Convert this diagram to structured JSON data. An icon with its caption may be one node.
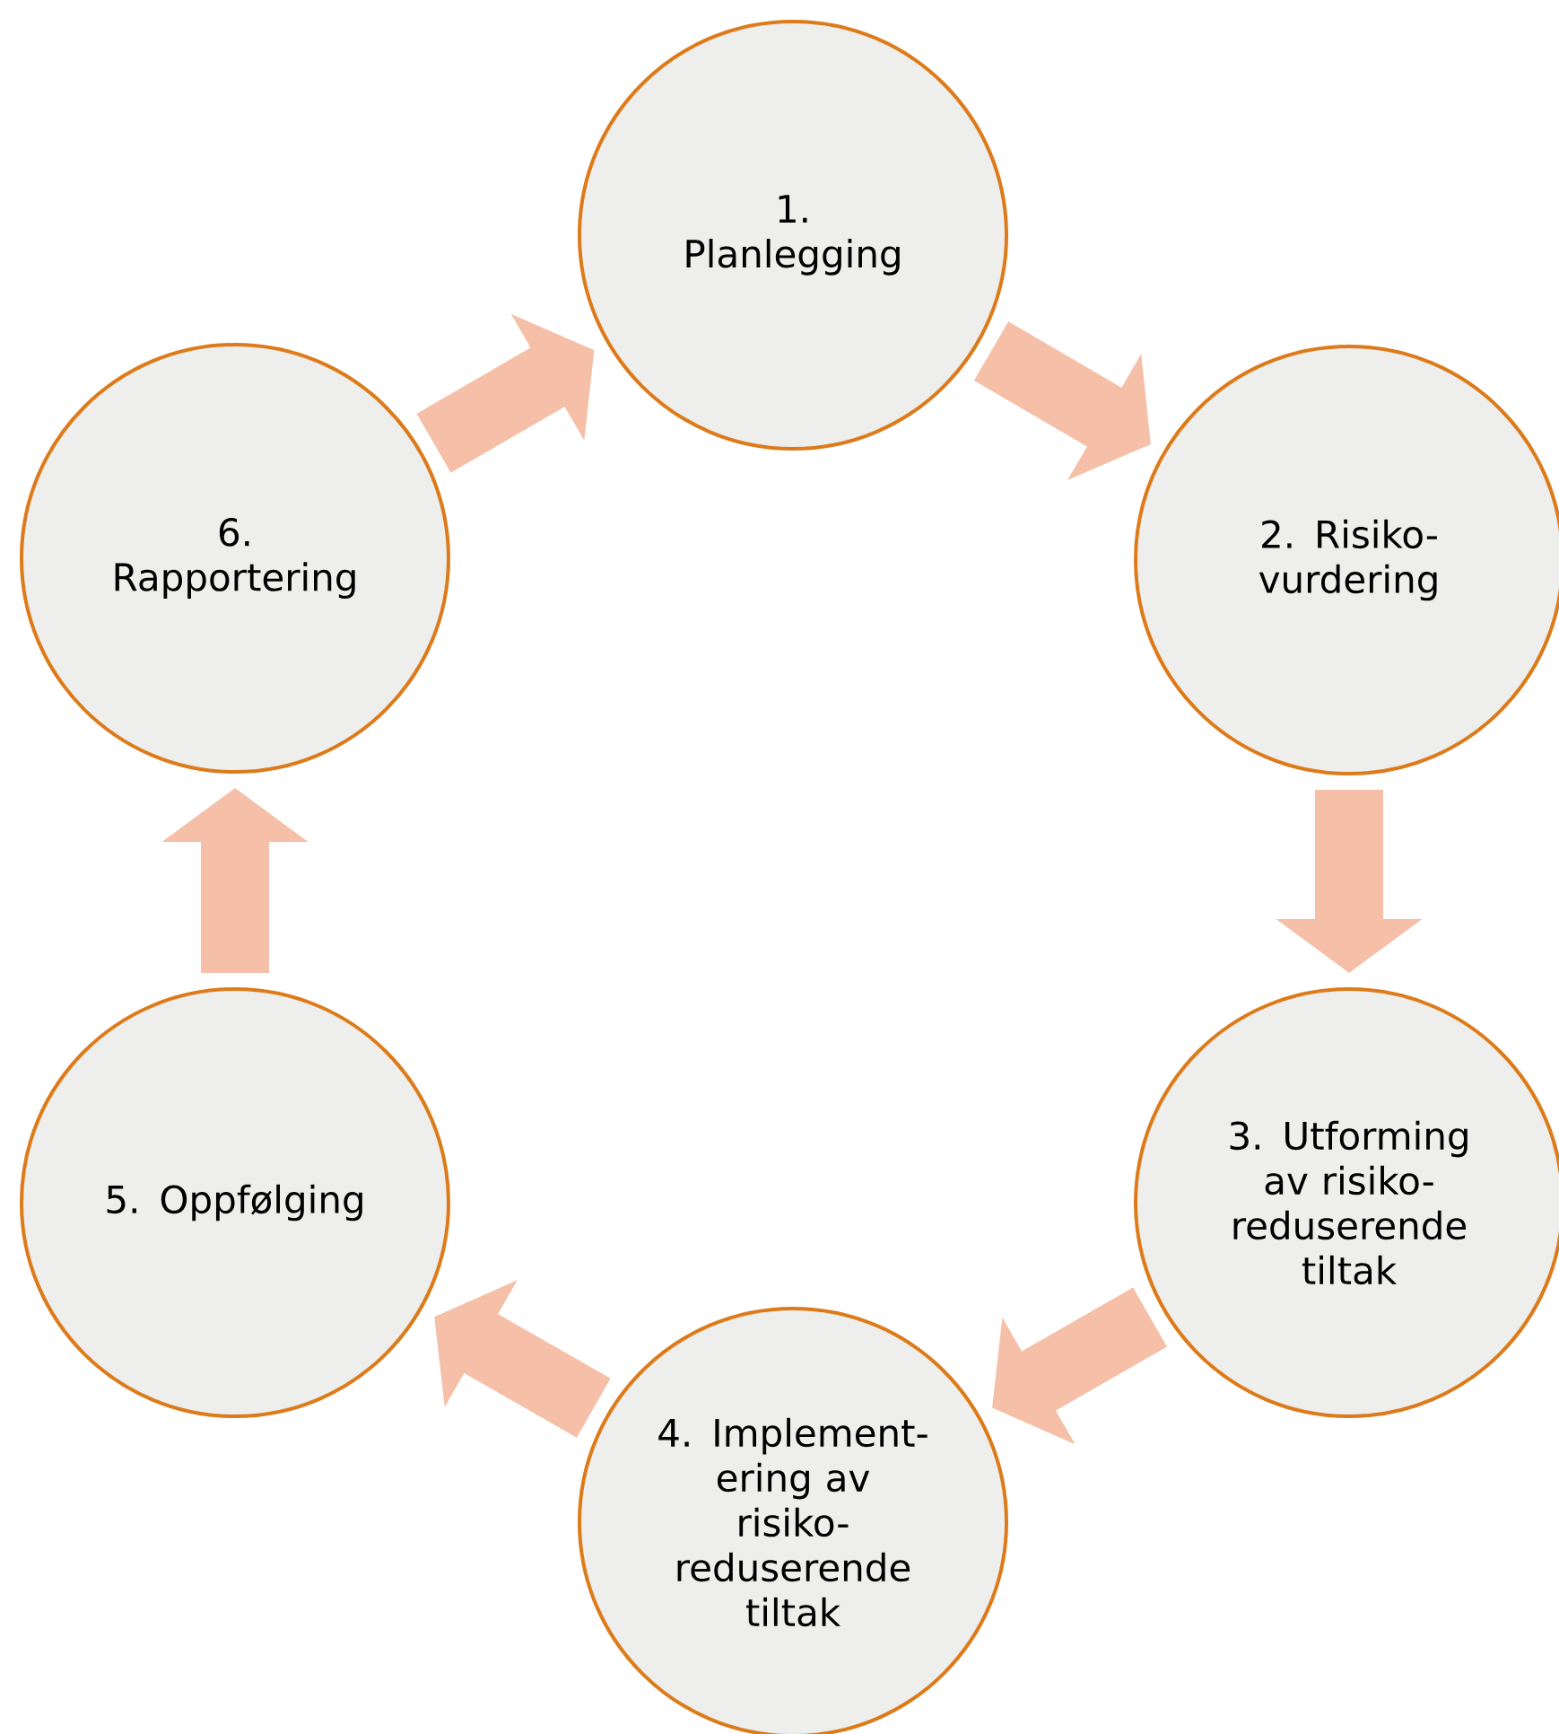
{
  "diagram": {
    "nodes": [
      {
        "text": [
          "1. Planlegging"
        ]
      },
      {
        "text": [
          "2. Risiko- vurdering"
        ]
      },
      {
        "text": [
          "3. Utforming av risiko- reduserende tiltak"
        ]
      },
      {
        "text": [
          "4. Implement- ering av risiko- reduserende tiltak"
        ]
      },
      {
        "text": [
          "5. Oppfølging"
        ]
      },
      {
        "text": [
          "6. Rapportering"
        ]
      }
    ],
    "edges": [
      {
        "from": 0,
        "to": 1,
        "arrow": "to"
      },
      {
        "from": 1,
        "to": 2,
        "arrow": "to"
      },
      {
        "from": 2,
        "to": 3,
        "arrow": "to"
      },
      {
        "from": 3,
        "to": 4,
        "arrow": "to"
      },
      {
        "from": 4,
        "to": 5,
        "arrow": "to"
      },
      {
        "from": 5,
        "to": 0,
        "arrow": "to"
      }
    ]
  }
}
